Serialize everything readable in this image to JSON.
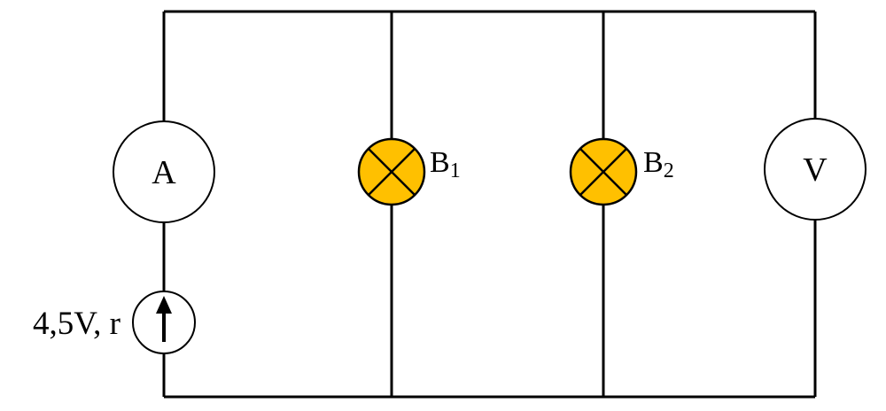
{
  "ammeter": {
    "label": "A"
  },
  "voltmeter": {
    "label": "V"
  },
  "bulb_1": {
    "label_main": "B",
    "label_sub": "1"
  },
  "bulb_2": {
    "label_main": "B",
    "label_sub": "2"
  },
  "source": {
    "label": "4,5V, r"
  },
  "colors": {
    "wire": "#000000",
    "bulb_fill": "#FFC000",
    "meter_fill": "#FFFFFF"
  }
}
